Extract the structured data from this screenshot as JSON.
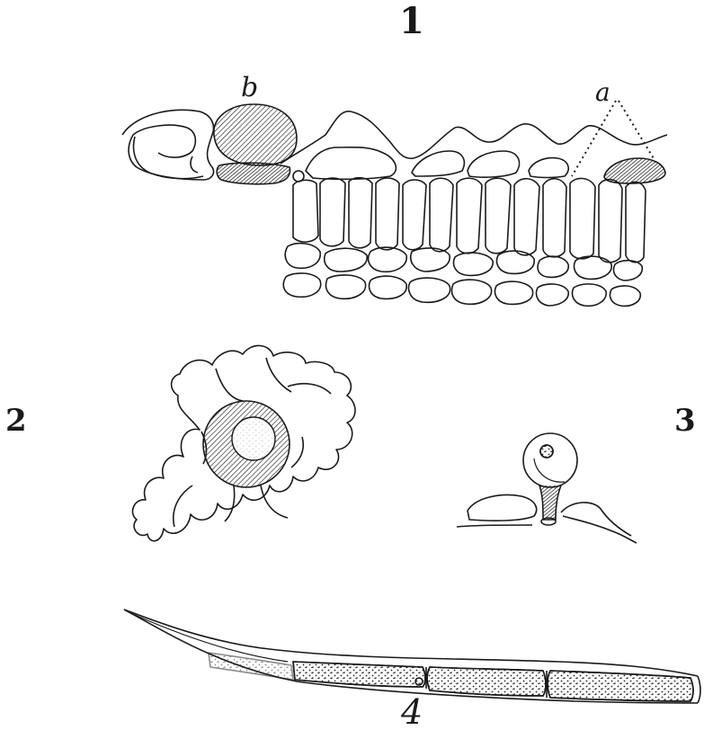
{
  "figure_labels": {
    "fig1": "1",
    "fig2": "2",
    "fig3": "3",
    "fig4": "4",
    "letter_b": "b",
    "letter_a": "a"
  },
  "colors": {
    "ink": "#1a1a1a",
    "background": "#ffffff"
  }
}
